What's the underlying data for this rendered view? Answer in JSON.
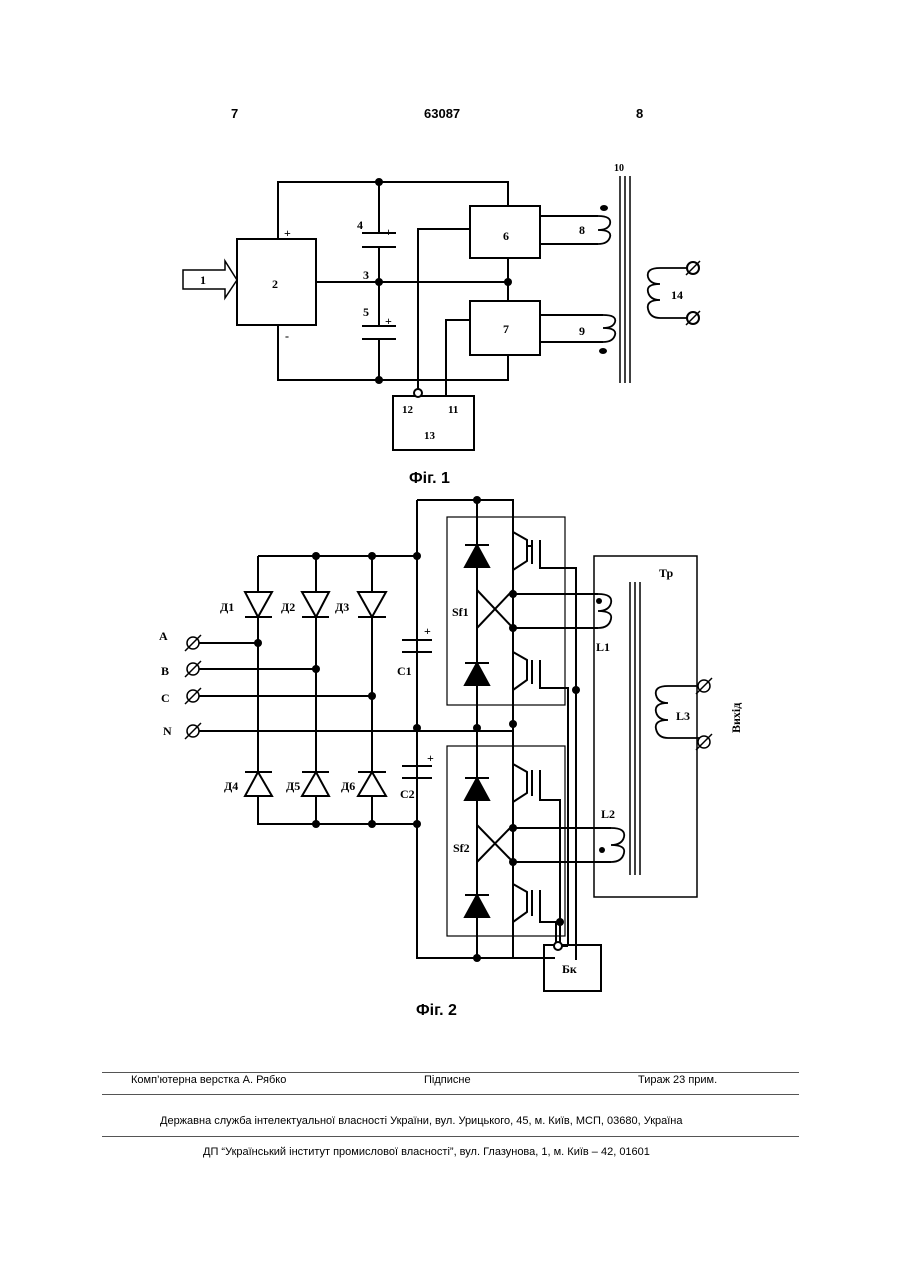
{
  "header": {
    "left_page": "7",
    "patent_number": "63087",
    "right_page": "8"
  },
  "figure1": {
    "caption": "Фіг. 1",
    "labels": {
      "input": "1",
      "block2": "2",
      "node3": "3",
      "cap4": "4",
      "cap5": "5",
      "block6": "6",
      "block7": "7",
      "coil8": "8",
      "coil9": "9",
      "core10": "10",
      "term11": "11",
      "term12": "12",
      "block13": "13",
      "coil14": "14",
      "plus": "+",
      "minus": "-"
    }
  },
  "figure2": {
    "caption": "Фіг. 2",
    "labels": {
      "phaseA": "A",
      "phaseB": "B",
      "phaseC": "C",
      "neutral": "N",
      "d1": "Д1",
      "d2": "Д2",
      "d3": "Д3",
      "d4": "Д4",
      "d5": "Д5",
      "d6": "Д6",
      "c1": "C1",
      "c2": "C2",
      "sf1": "Sf1",
      "sf2": "Sf2",
      "l1": "L1",
      "l2": "L2",
      "l3": "L3",
      "tr": "Тр",
      "bk": "Бк",
      "output": "Вихід",
      "plus": "+"
    }
  },
  "footer": {
    "layout": "Комп’ютерна верстка А. Рябко",
    "signed": "Підписне",
    "print_run": "Тираж 23 прим.",
    "agency": "Державна служба інтелектуальної власності України, вул. Урицького, 45, м. Київ, МСП, 03680, Україна",
    "institute": "ДП “Український інститут промислової власності”, вул. Глазунова, 1, м. Київ – 42, 01601"
  }
}
